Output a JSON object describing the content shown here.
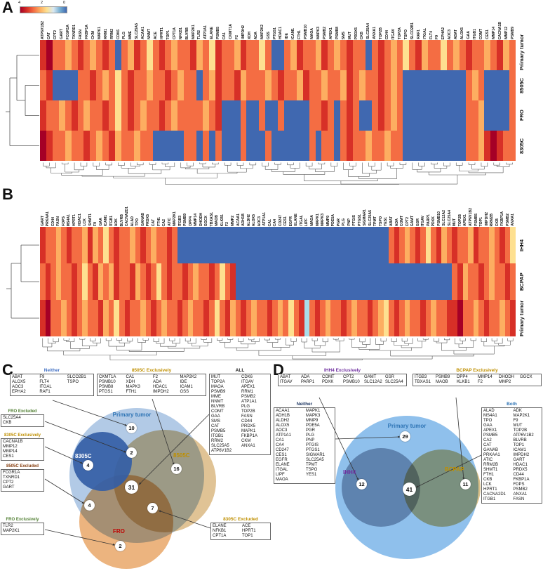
{
  "figure": {
    "panel_labels": [
      "A",
      "B",
      "C",
      "D"
    ]
  },
  "palette": {
    "0": "#a50026",
    "1": "#d73027",
    "2": "#f46d43",
    "3": "#fdae61",
    "4": "#fee090",
    "5": "#ffffbf",
    "6": "#aadce9",
    "7": "#8fc3de",
    "8": "#74add1",
    "9": "#4068b0"
  },
  "chart_data": [
    {
      "type": "heatmap",
      "panel": "A",
      "colorbar_ticks": [
        "4",
        "2",
        "0"
      ],
      "rows": [
        "Primary tumor",
        "8505C",
        "FRO",
        "8305C"
      ],
      "columns": [
        "ATP6V1B2",
        "CAT",
        "CPT2",
        "GART",
        "FCGR1A",
        "TXNRD1",
        "FASN",
        "FKBP1A",
        "CKM",
        "MAPK1",
        "RRM1",
        "RRM2",
        "CDK6",
        "PLG",
        "MME",
        "SLC25A5",
        "ACAA1",
        "NNMT",
        "ACE",
        "HPRT1",
        "TOP1",
        "CPT1A",
        "NFKB1",
        "BLVRB",
        "MAP2K1",
        "TLR2",
        "ATP1A1",
        "ELANE",
        "PSMB5",
        "CA1",
        "CKMT1A",
        "F2",
        "IMPDH2",
        "XDH",
        "ADA",
        "MAP2K2",
        "GSS",
        "PTGS1",
        "HDAC1",
        "IDE",
        "ICAM1",
        "FTH1",
        "PSMB10",
        "MAOA",
        "MAPK3",
        "PSMB2",
        "APEX1",
        "PSMB8",
        "SMS",
        "MUT",
        "PRDX5",
        "CKB",
        "SLC25A4",
        "ANXA1",
        "TOP2B",
        "CD44",
        "ITGAV",
        "TOP2A",
        "TSPO",
        "SLCO2B1",
        "RAF1",
        "ITGAL",
        "FLT4",
        "F9",
        "EPHA2",
        "AOC3",
        "ABAT",
        "ALOX5",
        "GAA",
        "ITGB1",
        "COMT",
        "CES1",
        "MMP14",
        "CACNA1B",
        "MMP12",
        "PSMB9"
      ],
      "grid": [
        "1022321232129231242123221324122312242992312231232122921232421322423212232132",
        "2199992212324212232212322923122132223212231223223123221232999999999923299992",
        "1223212322124212322123222232199929929929999221292129921232999999999922399992",
        "0122322123213223229999922929299929992999999292292122322322999999999922310122"
      ]
    },
    {
      "type": "heatmap",
      "panel": "B",
      "rows": [
        "IHH4",
        "BCPAP",
        "Primary tumor"
      ],
      "columns": [
        "GART",
        "PRKAA1",
        "CD44",
        "FASN",
        "FDPS",
        "MS4A1",
        "HPRT1",
        "HDAC1",
        "LCK",
        "SHMT1",
        "F9",
        "GAA",
        "ICAM1",
        "ITGB1",
        "ADK",
        "BLVRB",
        "CACNA2D1",
        "ALAD",
        "TPO",
        "GANAB",
        "PRDX5",
        "CAT",
        "FTH1",
        "CA2",
        "ATIC",
        "MAP2K1",
        "ITGB3",
        "PSMB9",
        "DPP4",
        "MMP14",
        "DHODH",
        "GGCX",
        "TBXAS1",
        "MAOB",
        "KLKB1",
        "F2",
        "MMP2",
        "ACAA1",
        "ADH1B",
        "ALDH2",
        "ALOX5",
        "AOC3",
        "ATP1A1",
        "CA1",
        "CA4",
        "CD247",
        "CES1",
        "EGFR",
        "ELANE",
        "ITGAL",
        "LIPF",
        "MAOA",
        "MAPK1",
        "MAPK3",
        "MMP9",
        "PDE5A",
        "PGR",
        "PLG",
        "PNP",
        "PTGIS",
        "PTGS1",
        "SIGMAR1",
        "SLC25A5",
        "TPMT",
        "TSPO",
        "YES1",
        "ABAT",
        "ADA",
        "COMT",
        "CPT2",
        "GAMT",
        "GSR",
        "ITGAV",
        "PARP1",
        "PDXK",
        "PSMB10",
        "SLC12A2",
        "SLC25A4",
        "MUT",
        "TOP2B",
        "APEX1",
        "ATP6V1B2",
        "PSMB5",
        "TOP1",
        "IMPDH2",
        "RRM2B",
        "CKB",
        "FKBP1A",
        "PSMB2",
        "ANXA1"
      ],
      "grid": [
        "122321223132421223212322129999999999999999999999999999999999999999212321242132122312232124",
        "212322124213231221321242122123221242199999999999999999999999999999999999999999213221232212",
        "102232123221324212232123221232212421321232212324216212322123221234212322123221102232122321"
      ]
    },
    {
      "type": "venn",
      "panel": "C",
      "circle_labels": {
        "primary": "Primary tumor",
        "c8505": "8505C",
        "c8305": "8305C",
        "fro": "FRO"
      },
      "label_colors": {
        "primary": "#2e74b5",
        "c8505": "#bf8f00",
        "c8305": "#ffffff",
        "fro": "#c00000"
      },
      "counts": {
        "primary_only": "10",
        "minus_fro": "2",
        "c8305_only": "4",
        "c8505_only": "16",
        "all": "31",
        "minus_8305": "7",
        "minus_8505": "4",
        "fro_only": "2"
      },
      "boxes": {
        "neither": {
          "title": "Neither",
          "color": "#4472c4",
          "genes": [
            "ABAT",
            "ALOX5",
            "AOC3",
            "EPHA2",
            "F9",
            "FLT4",
            "ITGAL",
            "RAF1",
            "SLCO2B1",
            "TSPO"
          ]
        },
        "c8505_exclusively": {
          "title": "8505C Exclusively",
          "color": "#bf8f00",
          "genes": [
            "CKMT1A",
            "PSMB10",
            "PSMB8",
            "PTGS1",
            "CA1",
            "XDH",
            "MAPK3",
            "FTH1",
            "F2",
            "ADA",
            "HDAC1",
            "IMPDH2",
            "MAP2K2",
            "IDE",
            "ICAM1",
            "GSS"
          ]
        },
        "all": {
          "title": "ALL",
          "color": "#1a1a1a",
          "genes": [
            "MUT",
            "TOP2A",
            "MAOA",
            "PSMB9",
            "MME",
            "NNMT",
            "BLVRB",
            "COMT",
            "GAA",
            "SMS",
            "CAT",
            "PSMB5",
            "ITGB1",
            "RRM2",
            "SLC25A5",
            "ATP6V1B2",
            "CDK6",
            "ITGAV",
            "APEX1",
            "RRM1",
            "PSMB2",
            "ATP1A1",
            "PLG",
            "TOP2B",
            "FASN",
            "CD44",
            "PRDX5",
            "MAPK1",
            "FKBP1A",
            "CKM",
            "ANXA1"
          ]
        },
        "fro_excluded": {
          "title": "FRO Excluded",
          "color": "#538135",
          "genes": [
            "SLC25A4",
            "CKB"
          ]
        },
        "c8305_exclusively": {
          "title": "8305C Exclusively",
          "color": "#bf8f00",
          "genes": [
            "CACNA1B",
            "MMP12",
            "MMP14",
            "CES1"
          ]
        },
        "c8505_excluded": {
          "title": "8505C Excluded",
          "color": "#843c0c",
          "genes": [
            "FCGR1A",
            "TXNRD1",
            "CPT2",
            "GART"
          ]
        },
        "fro_exclusively": {
          "title": "FRO Exclusively",
          "color": "#538135",
          "genes": [
            "TLR2",
            "MAP2K1"
          ]
        },
        "c8305_excluded": {
          "title": "8305C Excluded",
          "color": "#bf8f00",
          "genes": [
            "ELANE",
            "NFKB1",
            "CPT1A",
            "ACE",
            "HPRT1",
            "TOP1"
          ]
        }
      }
    },
    {
      "type": "venn",
      "panel": "D",
      "circle_labels": {
        "primary": "Primary tumor",
        "ihh4": "IHH4",
        "bcpap": "BCPAP"
      },
      "label_colors": {
        "primary": "#2e74b5",
        "ihh4": "#7030a0",
        "bcpap": "#bf8f00"
      },
      "counts": {
        "primary_only": "29",
        "ihh4_only": "12",
        "both": "41",
        "bcpap_only": "11"
      },
      "boxes": {
        "ihh4_exclusively": {
          "title": "IHH4 Exclusively",
          "color": "#7030a0",
          "genes": [
            "ABAT",
            "ITGAV",
            "ADA",
            "PARP1",
            "COMT",
            "PDXK",
            "CPT2",
            "PSMB10",
            "GAMT",
            "SLC12A2",
            "GSR",
            "SLC25A4"
          ]
        },
        "bcpap_exclusively": {
          "title": "BCPAP Exclusively",
          "color": "#bf8f00",
          "genes": [
            "ITGB3",
            "TBXAS1",
            "PSMB9",
            "MAOB",
            "DPP4",
            "KLKB1",
            "MMP14",
            "F2",
            "DHODH",
            "MMP2",
            "GGCX"
          ]
        },
        "neither": {
          "title": "Neither",
          "color": "#1f3864",
          "genes": [
            "ACAA1",
            "ADH1B",
            "ALDH2",
            "ALOX5",
            "AOC3",
            "ATP1A1",
            "CA1",
            "CA4",
            "CD247",
            "CES1",
            "EGFR",
            "ELANE",
            "ITGAL",
            "LIPF",
            "MAOA",
            "MAPK1",
            "MAPK3",
            "MMP9",
            "PDE5A",
            "PGR",
            "PLG",
            "PNP",
            "PTGIS",
            "PTGS1",
            "SIGMAR1",
            "SLC25A5",
            "TPMT",
            "TSPO",
            "YES1"
          ]
        },
        "both": {
          "title": "Both",
          "color": "#2e74b5",
          "genes": [
            "ALAD",
            "MS4A1",
            "TPO",
            "GAA",
            "APEX1",
            "PSMB5",
            "CA2",
            "CAT",
            "GANAB",
            "PRKAA1",
            "ATIC",
            "RRM2B",
            "SHMT1",
            "FTH1",
            "CKB",
            "LCK",
            "HPRT1",
            "CACNA2D1",
            "ITGB1",
            "ADK",
            "MAP2K1",
            "F9",
            "MUT",
            "TOP2B",
            "ATP6V1B2",
            "BLVRB",
            "TOP1",
            "ICAM1",
            "IMPDH2",
            "GART",
            "HDAC1",
            "PRDX5",
            "CD44",
            "FKBP1A",
            "FDPS",
            "PSMB2",
            "ANXA1",
            "FASN"
          ]
        }
      }
    }
  ]
}
